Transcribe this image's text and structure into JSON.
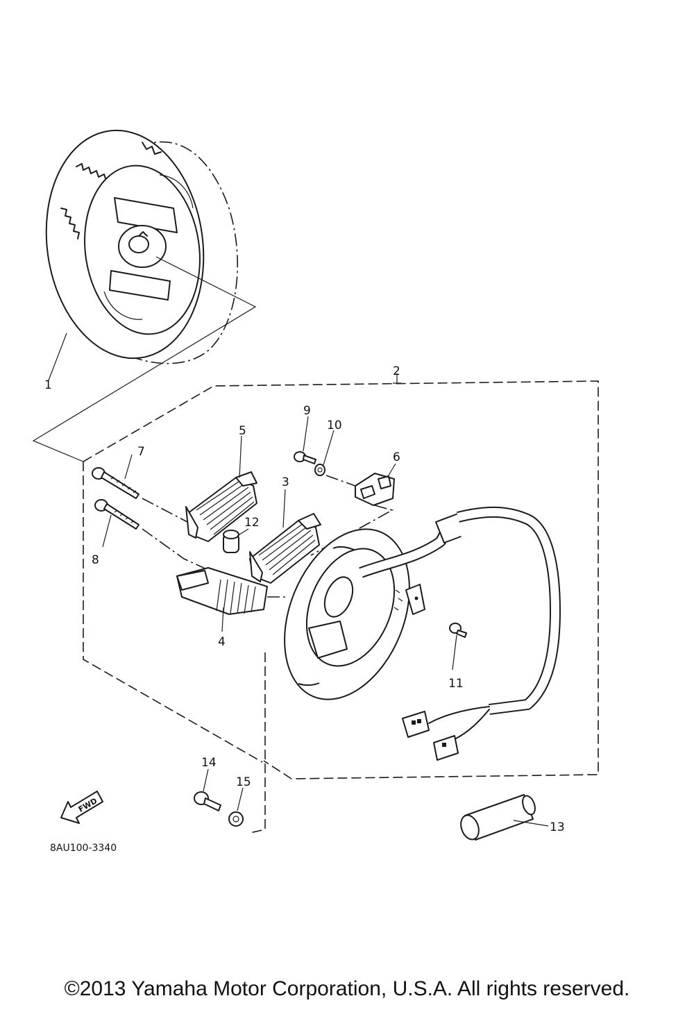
{
  "diagram": {
    "callouts": [
      "1",
      "2",
      "3",
      "4",
      "5",
      "6",
      "7",
      "8",
      "9",
      "10",
      "11",
      "12",
      "13",
      "14",
      "15"
    ],
    "drawing_code": "8AU100-3340",
    "fwd_label": "FWD"
  },
  "footer": {
    "copyright": "©2013 Yamaha Motor Corporation, U.S.A. All rights reserved."
  }
}
